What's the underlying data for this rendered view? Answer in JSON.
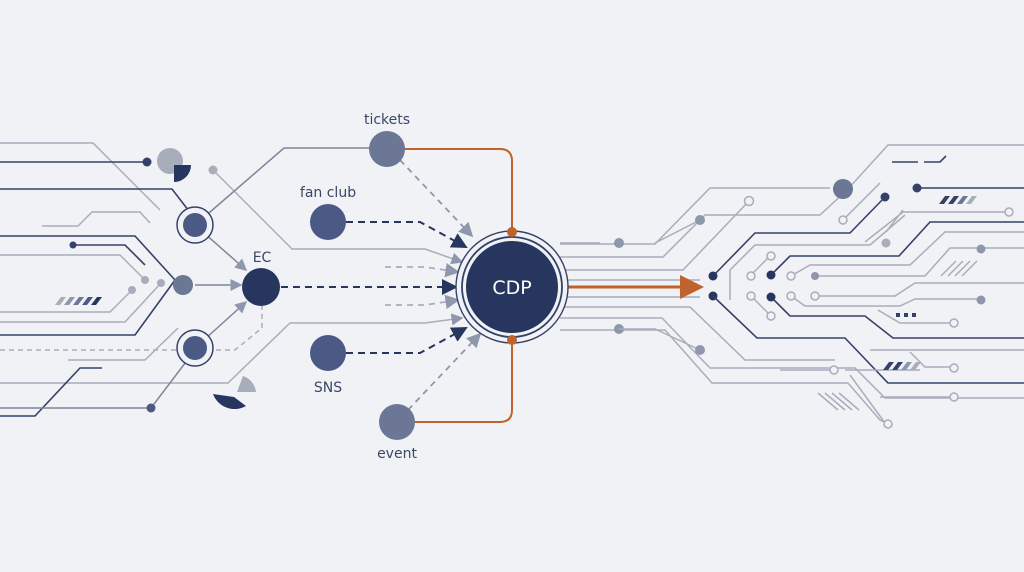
{
  "diagram": {
    "title": "CDP data flow",
    "center": {
      "label": "CDP"
    },
    "hub": {
      "label": "EC"
    },
    "sources": [
      {
        "label": "tickets"
      },
      {
        "label": "fan club"
      },
      {
        "label": "SNS"
      },
      {
        "label": "event"
      }
    ],
    "colors": {
      "background": "#f1f2f5",
      "dark_navy": "#27365f",
      "slate": "#6b7794",
      "accent_orange": "#c0622b",
      "line_gray": "#a7adbb"
    }
  }
}
